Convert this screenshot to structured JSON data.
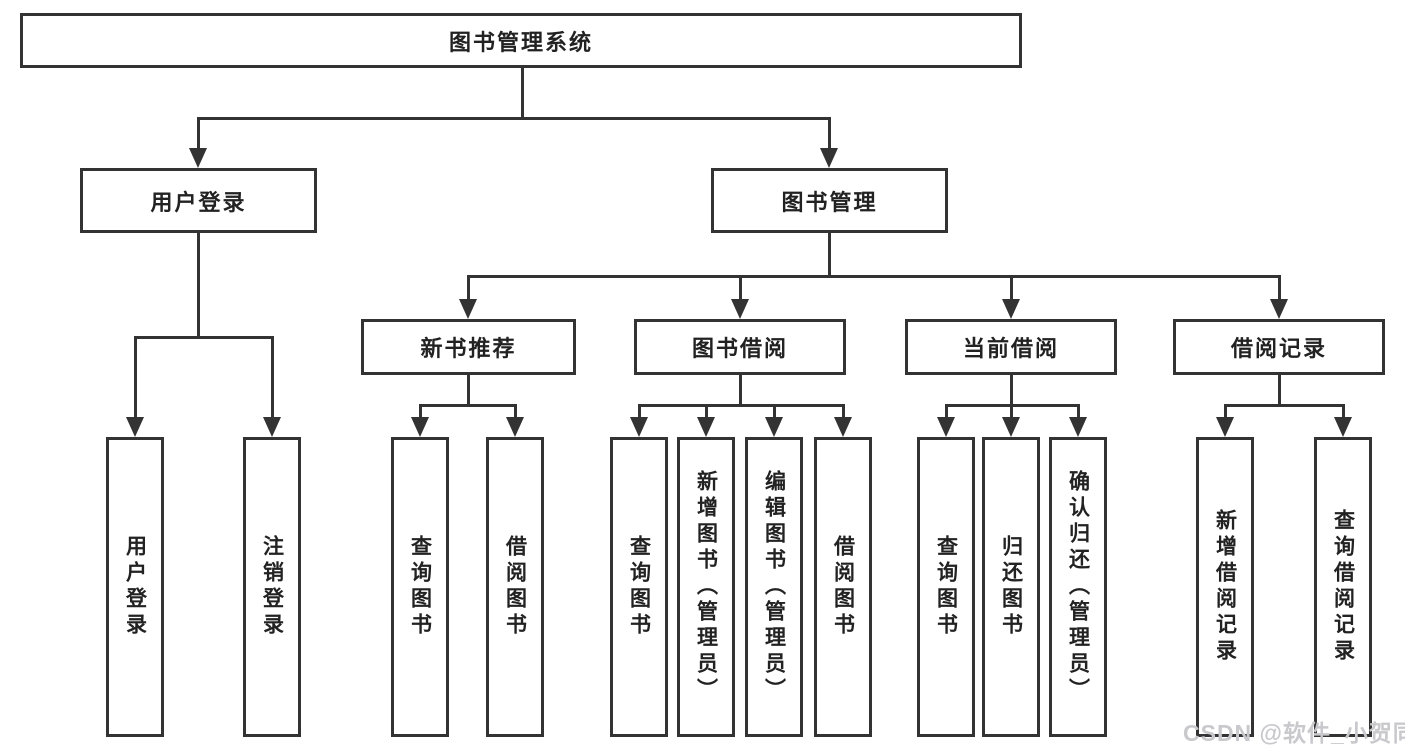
{
  "diagram_title": "图书管理系统",
  "watermark": "CSDN @软件_小贺同学",
  "colors": {
    "line": "#333333",
    "text": "#222222",
    "watermark": "#c9c9cd",
    "box_background": "#ffffff"
  },
  "nodes": {
    "root": "图书管理系统",
    "user_login": "用户登录",
    "book_management": "图书管理",
    "new_book_recommend": "新书推荐",
    "book_borrowing": "图书借阅",
    "current_borrowing": "当前借阅",
    "borrowing_records": "借阅记录",
    "leaf_user_login": "用户登录",
    "leaf_logout": "注销登录",
    "leaf_recommend_query": "查询图书",
    "leaf_recommend_borrow": "借阅图书",
    "leaf_borrowing_query": "查询图书",
    "leaf_borrowing_add": "新增图书（管理员）",
    "leaf_borrowing_edit": "编辑图书（管理员）",
    "leaf_borrowing_borrow": "借阅图书",
    "leaf_current_query": "查询图书",
    "leaf_current_return": "归还图书",
    "leaf_current_confirm": "确认归还（管理员）",
    "leaf_records_add": "新增借阅记录",
    "leaf_records_query": "查询借阅记录"
  },
  "hierarchy": {
    "图书管理系统": [
      "用户登录",
      "图书管理"
    ],
    "用户登录": [
      "用户登录",
      "注销登录"
    ],
    "图书管理": [
      "新书推荐",
      "图书借阅",
      "当前借阅",
      "借阅记录"
    ],
    "新书推荐": [
      "查询图书",
      "借阅图书"
    ],
    "图书借阅": [
      "查询图书",
      "新增图书（管理员）",
      "编辑图书（管理员）",
      "借阅图书"
    ],
    "当前借阅": [
      "查询图书",
      "归还图书",
      "确认归还（管理员）"
    ],
    "借阅记录": [
      "新增借阅记录",
      "查询借阅记录"
    ]
  }
}
